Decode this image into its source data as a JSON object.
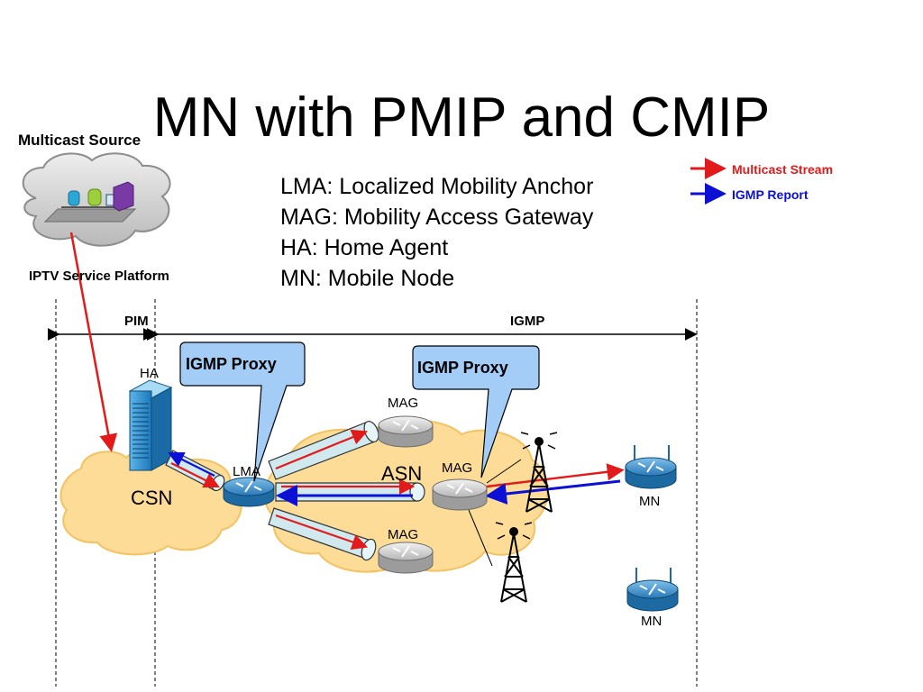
{
  "title": "MN with PMIP and CMIP",
  "definitions": [
    "LMA: Localized Mobility Anchor",
    "MAG: Mobility Access Gateway",
    "HA: Home Agent",
    "MN: Mobile Node"
  ],
  "legend": {
    "multicast_stream": "Multicast Stream",
    "igmp_report": "IGMP Report"
  },
  "source": {
    "heading": "Multicast Source",
    "platform": "IPTV Service Platform"
  },
  "domains": {
    "pim": "PIM",
    "igmp": "IGMP"
  },
  "callouts": {
    "left": "IGMP Proxy",
    "right": "IGMP Proxy"
  },
  "nodes": {
    "ha": "HA",
    "lma": "LMA",
    "csn": "CSN",
    "asn": "ASN",
    "mag_top": "MAG",
    "mag_mid": "MAG",
    "mag_bottom": "MAG",
    "mn_right": "MN",
    "mn_bottom": "MN"
  },
  "colors": {
    "multicast": "#e31a1a",
    "igmp": "#0b10d4",
    "cloud": "#fcdc97",
    "callout": "#a3cdf7",
    "tunnel": "#cfe9ef",
    "router": "#3c8fc9"
  }
}
